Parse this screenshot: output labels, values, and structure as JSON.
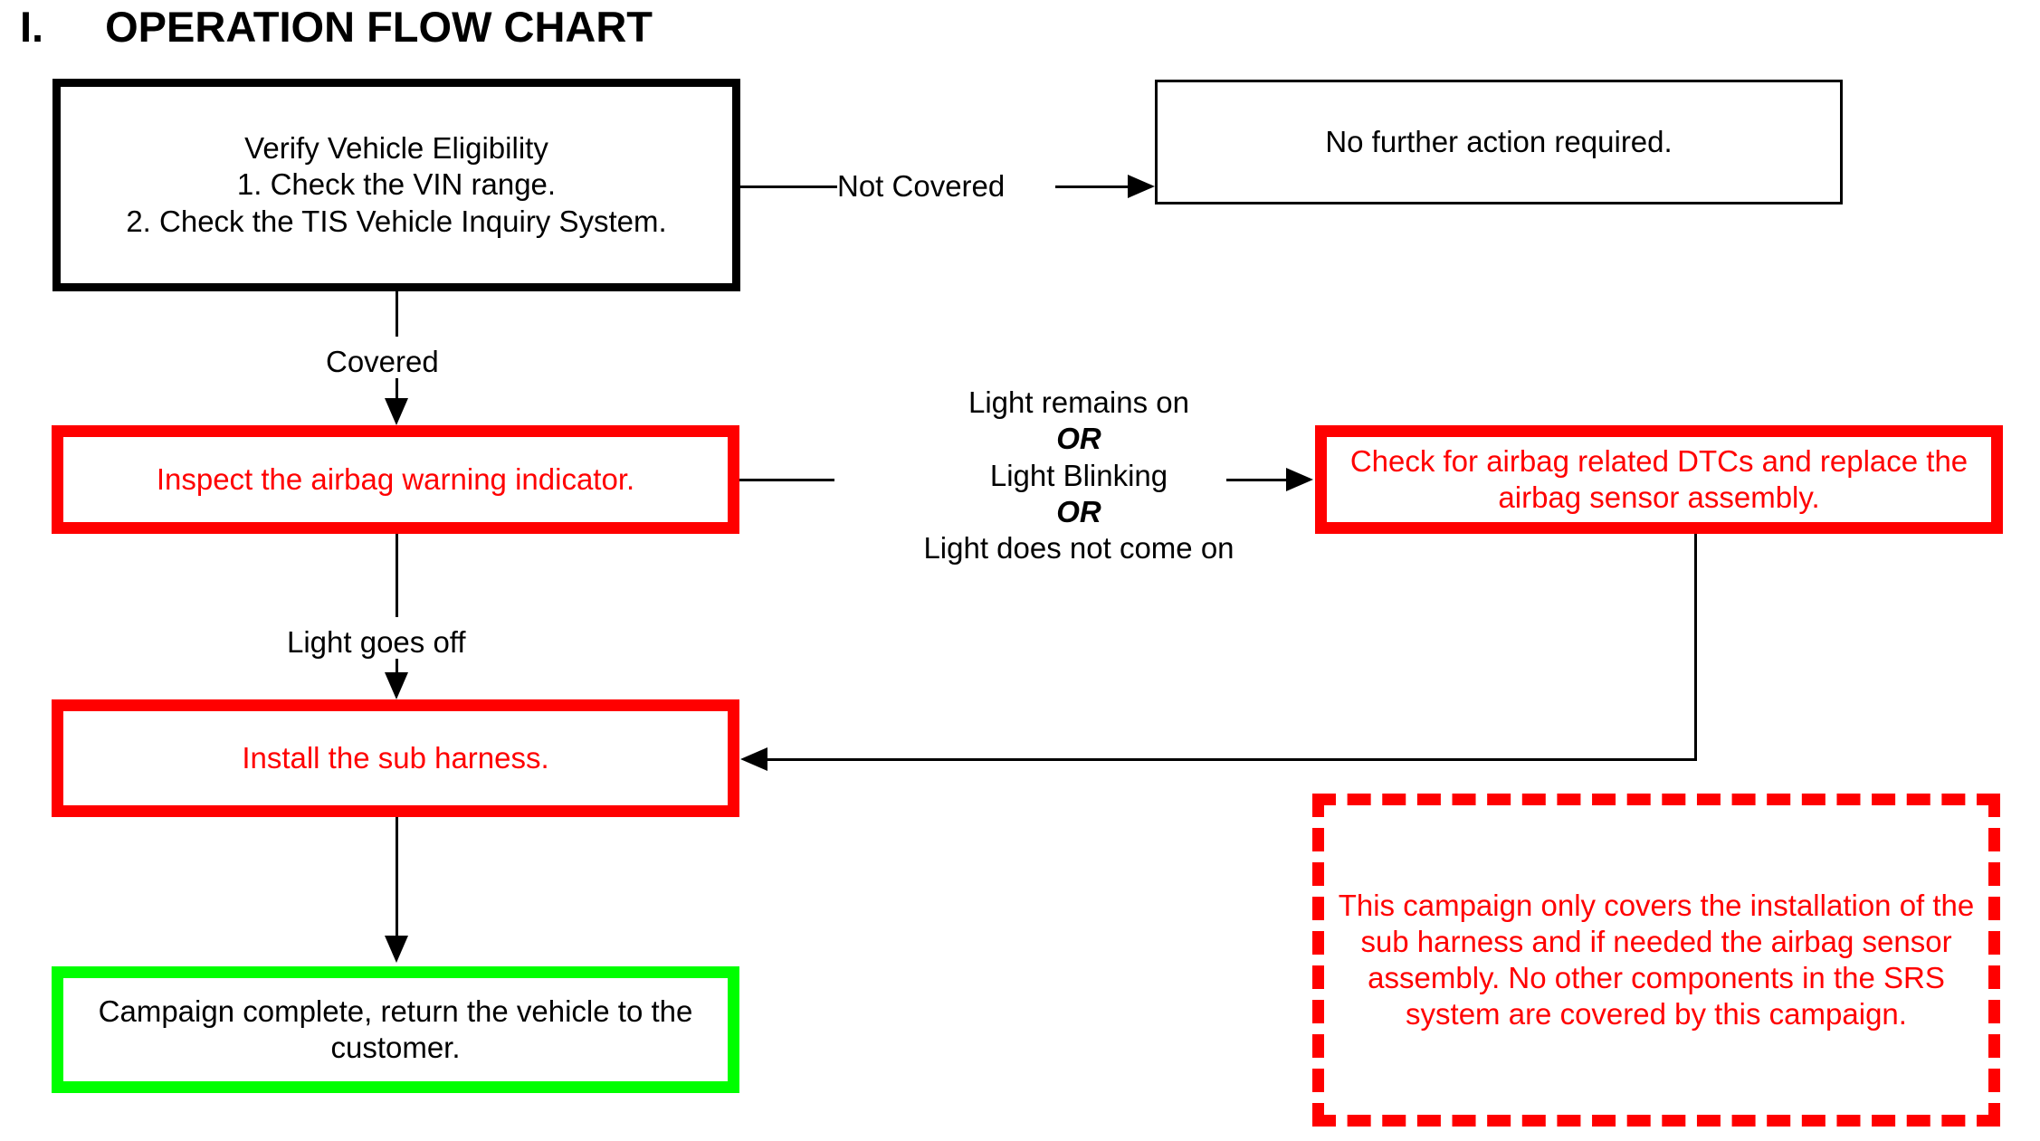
{
  "title": {
    "numeral": "I.",
    "heading": "OPERATION FLOW CHART"
  },
  "colors": {
    "red": "#ff0000",
    "green": "#00ff00",
    "black": "#000000",
    "background": "#ffffff"
  },
  "nodes": {
    "verify": {
      "text": "Verify Vehicle Eligibility\n1. Check the VIN range.\n2. Check the TIS Vehicle Inquiry System.",
      "style": "thick-black-border"
    },
    "no_further_action": {
      "text": "No further action required.",
      "style": "thin-black-border"
    },
    "inspect_indicator": {
      "text": "Inspect the airbag warning indicator.",
      "style": "red-border-red-text"
    },
    "check_dtcs": {
      "text": "Check for airbag related DTCs and replace the airbag sensor assembly.",
      "style": "red-border-red-text"
    },
    "install_harness": {
      "text": "Install the sub harness.",
      "style": "red-border-red-text"
    },
    "campaign_complete": {
      "text": "Campaign complete, return the vehicle to the customer.",
      "style": "green-border-black-text"
    },
    "scope_note": {
      "text": "This campaign only covers the installation of the sub harness and if needed the airbag sensor assembly. No other components in the SRS system are covered by this campaign.",
      "style": "red-dashed-border-red-text"
    }
  },
  "edge_labels": {
    "not_covered": "Not Covered",
    "covered": "Covered",
    "light_goes_off": "Light goes off",
    "conditions": {
      "line1": "Light remains on",
      "or1": "OR",
      "line2": "Light Blinking",
      "or2": "OR",
      "line3": "Light does not come on"
    }
  },
  "icons": {
    "arrow_down": "arrow-down-icon",
    "arrow_right": "arrow-right-icon",
    "arrow_left": "arrow-left-icon"
  }
}
